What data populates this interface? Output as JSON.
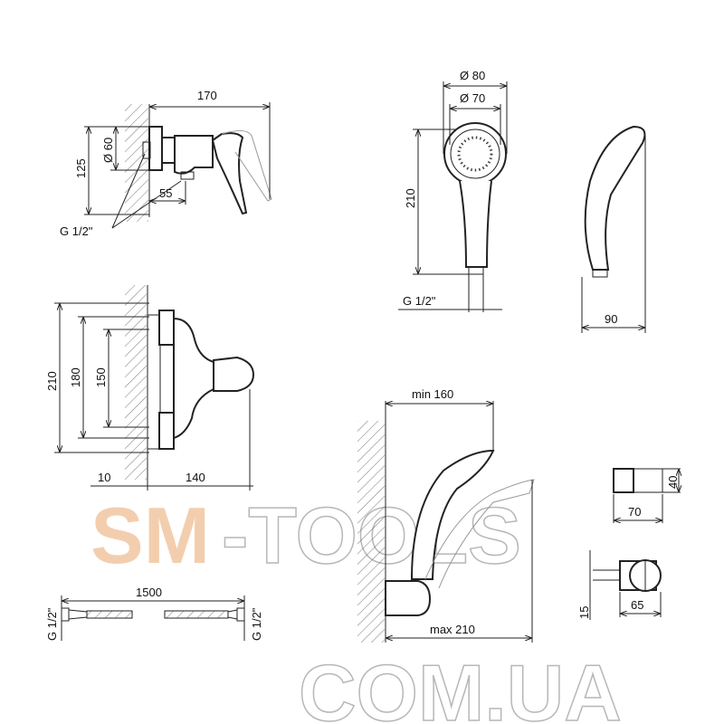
{
  "mixer_side": {
    "width": "170",
    "height": "125",
    "diameter": "Ø 60",
    "outlet": "55",
    "thread": "G 1/2\""
  },
  "mixer_front": {
    "height_outer": "210",
    "height_mid": "180",
    "height_inner": "150",
    "offset": "10",
    "depth": "140"
  },
  "hand_shower": {
    "d_outer": "Ø 80",
    "d_inner": "Ø 70",
    "length": "210",
    "thread": "G 1/2\"",
    "side_depth": "90"
  },
  "holder": {
    "min": "min 160",
    "max": "max 210"
  },
  "bracket": {
    "height": "40",
    "length": "70",
    "mount": "15",
    "depth": "65"
  },
  "hose": {
    "length": "1500",
    "thread_left": "G 1/2\"",
    "thread_right": "G 1/2\""
  },
  "watermark": {
    "brand": "SM",
    "suffix": "-TOOLS",
    "domain": "COM.UA",
    "brand_color": "#f2c9a6",
    "outline_color": "#b0b0b0"
  }
}
